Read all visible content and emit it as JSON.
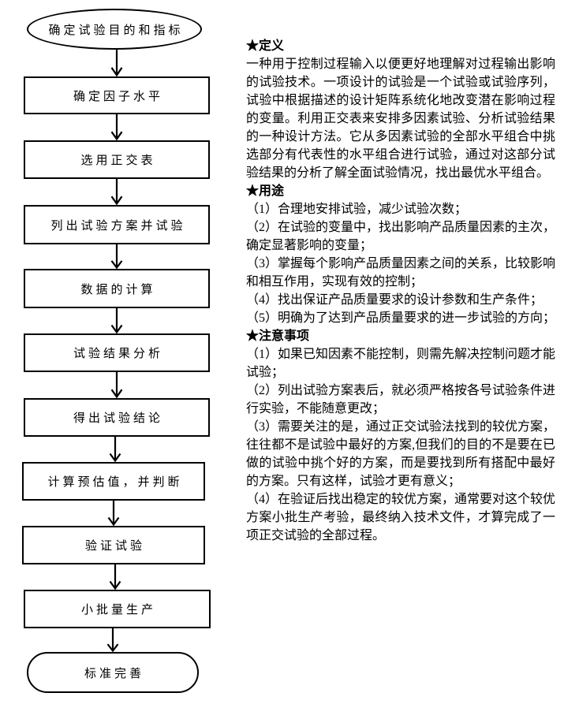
{
  "theme": {
    "background": "#ffffff",
    "ink": "#000000"
  },
  "flowchart": {
    "nodes": [
      {
        "shape": "ellipse",
        "label": "确定试验目的和指标"
      },
      {
        "shape": "rect",
        "label": "确定因子水平"
      },
      {
        "shape": "rect",
        "label": "选用正交表"
      },
      {
        "shape": "rect",
        "label": "列出试验方案并试验"
      },
      {
        "shape": "rect",
        "label": "数据的计算"
      },
      {
        "shape": "rect",
        "label": "试验结果分析"
      },
      {
        "shape": "rect",
        "label": "得出试验结论"
      },
      {
        "shape": "rect",
        "label": "计算预估值，并判断"
      },
      {
        "shape": "rect",
        "label": "验证试验"
      },
      {
        "shape": "rect",
        "label": "小批量生产"
      },
      {
        "shape": "stadium",
        "label": "标准完善"
      }
    ],
    "connector": "open-arrow-down"
  },
  "article": {
    "sections": [
      {
        "heading": "★定义",
        "paragraphs": [
          "一种用于控制过程输入以便更好地理解对过程输出影响的试验技术。一项设计的试验是一个试验或试验序列，试验中根据描述的设计矩阵系统化地改变潜在影响过程的变量。利用正交表来安排多因素试验、分析试验结果的一种设计方法。它从多因素试验的全部水平组合中挑选部分有代表性的水平组合进行试验，通过对这部分试验结果的分析了解全面试验情况，找出最优水平组合。"
        ]
      },
      {
        "heading": "★用途",
        "paragraphs": [
          "（1）合理地安排试验，减少试验次数；",
          "（2）在试验的变量中，找出影响产品质量因素的主次，确定显著影响的变量；",
          "（3）掌握每个影响产品质量因素之间的关系，比较影响和相互作用，实现有效的控制；",
          "（4）找出保证产品质量要求的设计参数和生产条件；",
          "（5）明确为了达到产品质量要求的进一步试验的方向；"
        ]
      },
      {
        "heading": "★注意事项",
        "paragraphs": [
          "（1）如果已知因素不能控制，则需先解决控制问题才能试验；",
          "（2）列出试验方案表后，就必须严格按各号试验条件进行实验，不能随意更改；",
          "（3）需要关注的是，通过正交试验法找到的较优方案，往往都不是试验中最好的方案,但我们的目的不是要在已做的试验中挑个好的方案，而是要找到所有搭配中最好的方案。只有这样，试验才更有意义；",
          "（4）在验证后找出稳定的较优方案，通常要对这个较优方案小批生产考验，最终纳入技术文件，才算完成了一项正交试验的全部过程。"
        ]
      }
    ]
  }
}
